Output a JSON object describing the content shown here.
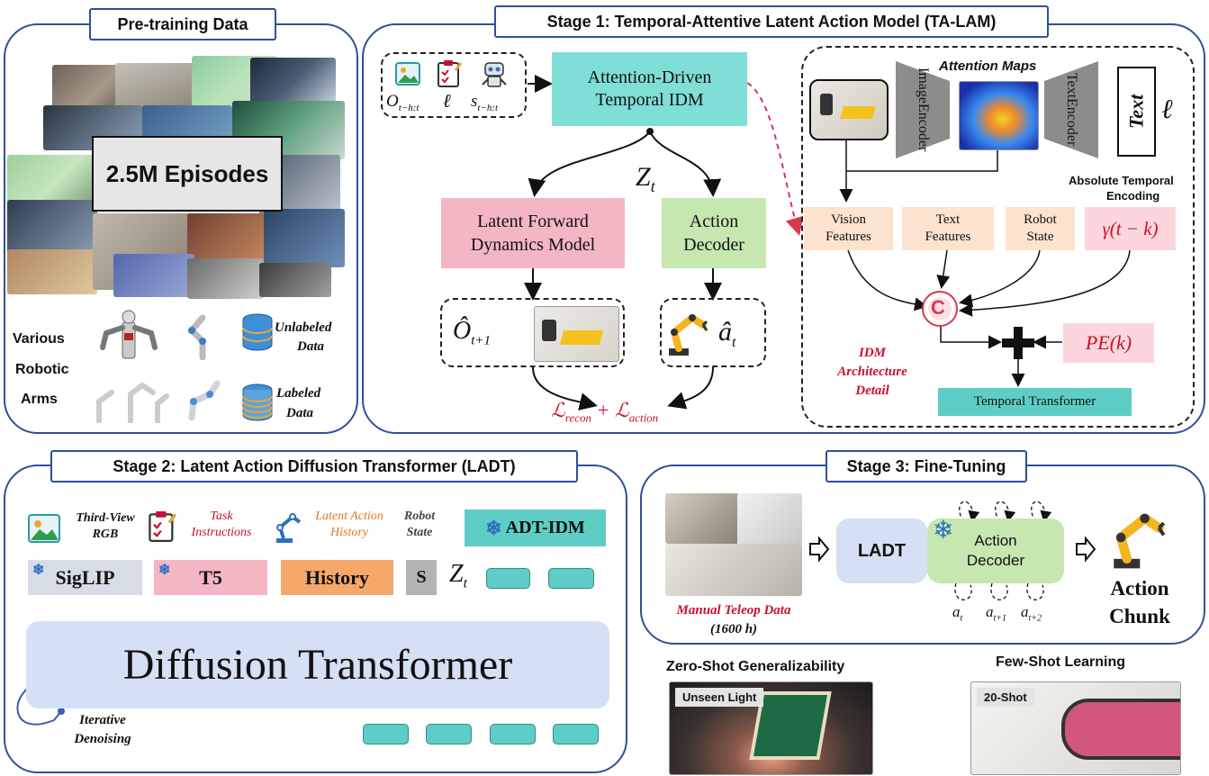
{
  "pretraining": {
    "title": "Pre-training Data",
    "episodes": "2.5M Episodes",
    "arms_label_1": "Various",
    "arms_label_2": "Robotic",
    "arms_label_3": "Arms",
    "unlabeled_1": "Unlabeled",
    "unlabeled_2": "Data",
    "labeled_1": "Labeled",
    "labeled_2": "Data"
  },
  "stage1": {
    "title": "Stage 1: Temporal-Attentive Latent Action Model (TA-LAM)",
    "input_o": "O",
    "input_o_sub": "t−h:t",
    "input_l": "ℓ",
    "input_s": "s",
    "input_s_sub": "t−h:t",
    "idm_1": "Attention-Driven",
    "idm_2": "Temporal IDM",
    "zt": "Z",
    "zt_sub": "t",
    "lfdm_1": "Latent Forward",
    "lfdm_2": "Dynamics Model",
    "decoder_1": "Action",
    "decoder_2": "Decoder",
    "ohat": "Ô",
    "ohat_sub": "t+1",
    "ahat": "â",
    "ahat_sub": "t",
    "loss": "ℒ",
    "loss_sub1": "recon",
    "loss_plus": " + ℒ",
    "loss_sub2": "action",
    "attention_maps": "Attention Maps",
    "image_encoder_1": "Image",
    "image_encoder_2": "Encoder",
    "text_encoder_1": "Text",
    "text_encoder_2": "Encoder",
    "text_word": "Text",
    "ell": "ℓ",
    "abs_temporal_1": "Absolute Temporal",
    "abs_temporal_2": "Encoding",
    "vision_1": "Vision",
    "vision_2": "Features",
    "textf_1": "Text",
    "textf_2": "Features",
    "robot_1": "Robot",
    "robot_2": "State",
    "gamma": "γ(t − k)",
    "concat_symbol": "C",
    "pe": "PE(k)",
    "idm_detail_1": "IDM",
    "idm_detail_2": "Architecture",
    "idm_detail_3": "Detail",
    "temporal_transformer": "Temporal Transformer"
  },
  "stage2": {
    "title": "Stage 2: Latent Action Diffusion Transformer (LADT)",
    "third_view_1": "Third-View",
    "third_view_2": "RGB",
    "task_1": "Task",
    "task_2": "Instructions",
    "history_label_1": "Latent Action",
    "history_label_2": "History",
    "robot_state_1": "Robot",
    "robot_state_2": "State",
    "adt_idm": "ADT-IDM",
    "siglip": "SigLIP",
    "t5": "T5",
    "history": "History",
    "s": "S",
    "zt": "Z",
    "zt_sub": "t",
    "diffusion": "Diffusion Transformer",
    "iterative_1": "Iterative",
    "iterative_2": "Denoising",
    "snowflake": "❄"
  },
  "stage3": {
    "title": "Stage 3: Fine-Tuning",
    "ladt": "LADT",
    "decoder_1": "Action",
    "decoder_2": "Decoder",
    "teleop_1": "Manual Teleop Data",
    "teleop_2": "(1600 h)",
    "a_t": "a",
    "a_t_sub": "t",
    "a_t1": "a",
    "a_t1_sub": "t+1",
    "a_t2": "a",
    "a_t2_sub": "t+2",
    "chunk_1": "Action",
    "chunk_2": "Chunk",
    "zero_shot": "Zero-Shot Generalizability",
    "unseen_light": "Unseen Light",
    "few_shot": "Few-Shot Learning",
    "twenty_shot": "20-Shot"
  },
  "colors": {
    "border_blue": "#2f4f9a",
    "teal": "#7fded6",
    "pink": "#f4b6c2",
    "green": "#c7e7b0",
    "peach": "#fbe3cf",
    "red": "#c8102e",
    "lavender": "#d6e0f4"
  }
}
